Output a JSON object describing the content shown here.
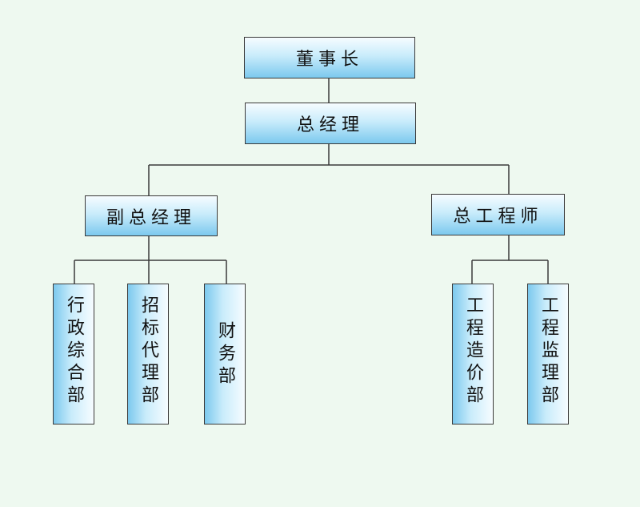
{
  "org_chart": {
    "chairman": "董事长",
    "general_manager": "总经理",
    "deputy_general_manager": "副总经理",
    "chief_engineer": "总工程师",
    "departments_deputy": [
      "行政综合部",
      "招标代理部",
      "财务部"
    ],
    "departments_engineer": [
      "工程造价部",
      "工程监理部"
    ]
  },
  "colors": {
    "background": "#eef9f0",
    "box_light": "#f6fcff",
    "box_dark": "#7cc9ee",
    "line": "#3a3a3a"
  }
}
